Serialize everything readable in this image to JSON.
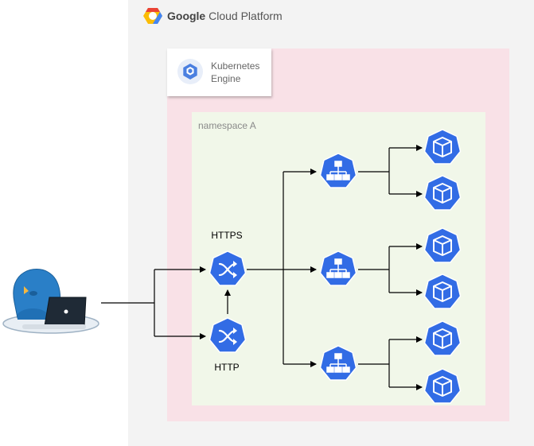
{
  "platform": {
    "title_bold": "Google",
    "title_rest": " Cloud Platform"
  },
  "cluster": {
    "label": "Kubernetes\nEngine"
  },
  "namespace": {
    "label": "namespace A"
  },
  "ingress": {
    "https_label": "HTTPS",
    "http_label": "HTTP"
  },
  "colors": {
    "k8s_blue": "#326ce5",
    "gcp_bg": "#f3f3f3",
    "cluster_bg": "#f9e1e7",
    "namespace_bg": "#f1f7e9",
    "user_blue": "#2a7fc7"
  },
  "icons": [
    "gcp-logo-icon",
    "kubernetes-engine-icon",
    "user-laptop-icon",
    "ingress-icon",
    "service-icon",
    "pod-icon"
  ]
}
